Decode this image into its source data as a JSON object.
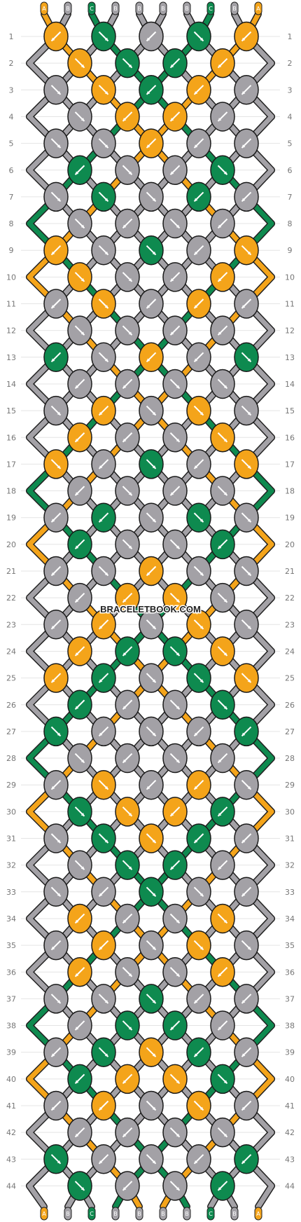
{
  "watermark": "BRACELETBOOK.COM",
  "colors": {
    "A": "#f4a41a",
    "B": "#a3a1a6",
    "C": "#0e8a4f"
  },
  "strands_top": [
    "A",
    "B",
    "C",
    "B",
    "B",
    "B",
    "B",
    "C",
    "B",
    "A"
  ],
  "strands_bottom": [
    "A",
    "B",
    "C",
    "B",
    "B",
    "B",
    "B",
    "C",
    "B",
    "A"
  ],
  "rows": [
    {
      "n": "1",
      "knots": [
        {
          "c": "A",
          "d": "bl"
        },
        {
          "c": "C",
          "d": "br"
        },
        {
          "c": "B",
          "d": "bl"
        },
        {
          "c": "C",
          "d": "br"
        },
        {
          "c": "A",
          "d": "bl"
        }
      ]
    },
    {
      "n": "2",
      "knots": [
        {
          "c": "A",
          "d": "br"
        },
        {
          "c": "C",
          "d": "br"
        },
        {
          "c": "C",
          "d": "bl"
        },
        {
          "c": "A",
          "d": "bl"
        }
      ]
    },
    {
      "n": "3",
      "knots": [
        {
          "c": "B",
          "d": "br"
        },
        {
          "c": "A",
          "d": "br"
        },
        {
          "c": "C",
          "d": "bl"
        },
        {
          "c": "A",
          "d": "bl"
        },
        {
          "c": "B",
          "d": "bl"
        }
      ]
    },
    {
      "n": "4",
      "knots": [
        {
          "c": "B",
          "d": "br"
        },
        {
          "c": "A",
          "d": "bl"
        },
        {
          "c": "A",
          "d": "bl"
        },
        {
          "c": "B",
          "d": "bl"
        }
      ]
    },
    {
      "n": "5",
      "knots": [
        {
          "c": "B",
          "d": "br"
        },
        {
          "c": "B",
          "d": "br"
        },
        {
          "c": "A",
          "d": "bl"
        },
        {
          "c": "B",
          "d": "bl"
        },
        {
          "c": "B",
          "d": "bl"
        }
      ]
    },
    {
      "n": "6",
      "knots": [
        {
          "c": "C",
          "d": "bl"
        },
        {
          "c": "B",
          "d": "br"
        },
        {
          "c": "B",
          "d": "bl"
        },
        {
          "c": "C",
          "d": "br"
        }
      ]
    },
    {
      "n": "7",
      "knots": [
        {
          "c": "B",
          "d": "br"
        },
        {
          "c": "C",
          "d": "br"
        },
        {
          "c": "B",
          "d": "br"
        },
        {
          "c": "C",
          "d": "bl"
        },
        {
          "c": "B",
          "d": "bl"
        }
      ]
    },
    {
      "n": "8",
      "knots": [
        {
          "c": "B",
          "d": "br"
        },
        {
          "c": "B",
          "d": "bl"
        },
        {
          "c": "B",
          "d": "br"
        },
        {
          "c": "B",
          "d": "bl"
        }
      ]
    },
    {
      "n": "9",
      "knots": [
        {
          "c": "A",
          "d": "bl"
        },
        {
          "c": "B",
          "d": "br"
        },
        {
          "c": "C",
          "d": "br"
        },
        {
          "c": "B",
          "d": "bl"
        },
        {
          "c": "A",
          "d": "br"
        }
      ]
    },
    {
      "n": "10",
      "knots": [
        {
          "c": "A",
          "d": "br"
        },
        {
          "c": "B",
          "d": "br"
        },
        {
          "c": "B",
          "d": "bl"
        },
        {
          "c": "A",
          "d": "bl"
        }
      ]
    },
    {
      "n": "11",
      "knots": [
        {
          "c": "B",
          "d": "bl"
        },
        {
          "c": "A",
          "d": "br"
        },
        {
          "c": "B",
          "d": "bl"
        },
        {
          "c": "A",
          "d": "bl"
        },
        {
          "c": "B",
          "d": "bl"
        }
      ]
    },
    {
      "n": "12",
      "knots": [
        {
          "c": "B",
          "d": "br"
        },
        {
          "c": "B",
          "d": "br"
        },
        {
          "c": "B",
          "d": "bl"
        },
        {
          "c": "B",
          "d": "bl"
        }
      ]
    },
    {
      "n": "13",
      "knots": [
        {
          "c": "C",
          "d": "bl"
        },
        {
          "c": "B",
          "d": "br"
        },
        {
          "c": "A",
          "d": "bl"
        },
        {
          "c": "B",
          "d": "bl"
        },
        {
          "c": "C",
          "d": "br"
        }
      ]
    },
    {
      "n": "14",
      "knots": [
        {
          "c": "B",
          "d": "bl"
        },
        {
          "c": "B",
          "d": "bl"
        },
        {
          "c": "B",
          "d": "br"
        },
        {
          "c": "B",
          "d": "br"
        }
      ]
    },
    {
      "n": "15",
      "knots": [
        {
          "c": "B",
          "d": "br"
        },
        {
          "c": "A",
          "d": "bl"
        },
        {
          "c": "B",
          "d": "br"
        },
        {
          "c": "A",
          "d": "br"
        },
        {
          "c": "B",
          "d": "br"
        }
      ]
    },
    {
      "n": "16",
      "knots": [
        {
          "c": "A",
          "d": "bl"
        },
        {
          "c": "B",
          "d": "bl"
        },
        {
          "c": "B",
          "d": "br"
        },
        {
          "c": "A",
          "d": "br"
        }
      ]
    },
    {
      "n": "17",
      "knots": [
        {
          "c": "A",
          "d": "br"
        },
        {
          "c": "B",
          "d": "bl"
        },
        {
          "c": "C",
          "d": "br"
        },
        {
          "c": "B",
          "d": "bl"
        },
        {
          "c": "A",
          "d": "br"
        }
      ]
    },
    {
      "n": "18",
      "knots": [
        {
          "c": "B",
          "d": "bl"
        },
        {
          "c": "B",
          "d": "br"
        },
        {
          "c": "B",
          "d": "bl"
        },
        {
          "c": "B",
          "d": "br"
        }
      ]
    },
    {
      "n": "19",
      "knots": [
        {
          "c": "B",
          "d": "bl"
        },
        {
          "c": "C",
          "d": "bl"
        },
        {
          "c": "B",
          "d": "br"
        },
        {
          "c": "C",
          "d": "br"
        },
        {
          "c": "B",
          "d": "br"
        }
      ]
    },
    {
      "n": "20",
      "knots": [
        {
          "c": "C",
          "d": "bl"
        },
        {
          "c": "B",
          "d": "br"
        },
        {
          "c": "B",
          "d": "br"
        },
        {
          "c": "C",
          "d": "bl"
        }
      ]
    },
    {
      "n": "21",
      "knots": [
        {
          "c": "B",
          "d": "bl"
        },
        {
          "c": "B",
          "d": "br"
        },
        {
          "c": "A",
          "d": "bl"
        },
        {
          "c": "B",
          "d": "br"
        },
        {
          "c": "B",
          "d": "br"
        }
      ]
    },
    {
      "n": "22",
      "knots": [
        {
          "c": "B",
          "d": "bl"
        },
        {
          "c": "A",
          "d": "bl"
        },
        {
          "c": "A",
          "d": "br"
        },
        {
          "c": "B",
          "d": "br"
        }
      ]
    },
    {
      "n": "23",
      "knots": [
        {
          "c": "B",
          "d": "bl"
        },
        {
          "c": "A",
          "d": "bl"
        },
        {
          "c": "B",
          "d": "br"
        },
        {
          "c": "A",
          "d": "br"
        },
        {
          "c": "B",
          "d": "br"
        }
      ]
    },
    {
      "n": "24",
      "knots": [
        {
          "c": "A",
          "d": "bl"
        },
        {
          "c": "C",
          "d": "bl"
        },
        {
          "c": "C",
          "d": "br"
        },
        {
          "c": "A",
          "d": "br"
        }
      ]
    },
    {
      "n": "25",
      "knots": [
        {
          "c": "A",
          "d": "bl"
        },
        {
          "c": "C",
          "d": "bl"
        },
        {
          "c": "B",
          "d": "br"
        },
        {
          "c": "C",
          "d": "br"
        },
        {
          "c": "A",
          "d": "br"
        }
      ]
    },
    {
      "n": "26",
      "knots": [
        {
          "c": "C",
          "d": "bl"
        },
        {
          "c": "B",
          "d": "bl"
        },
        {
          "c": "B",
          "d": "br"
        },
        {
          "c": "C",
          "d": "br"
        }
      ]
    },
    {
      "n": "27",
      "knots": [
        {
          "c": "C",
          "d": "br"
        },
        {
          "c": "B",
          "d": "bl"
        },
        {
          "c": "B",
          "d": "br"
        },
        {
          "c": "B",
          "d": "bl"
        },
        {
          "c": "C",
          "d": "bl"
        }
      ]
    },
    {
      "n": "28",
      "knots": [
        {
          "c": "B",
          "d": "br"
        },
        {
          "c": "B",
          "d": "bl"
        },
        {
          "c": "B",
          "d": "br"
        },
        {
          "c": "B",
          "d": "bl"
        }
      ]
    },
    {
      "n": "29",
      "knots": [
        {
          "c": "B",
          "d": "bl"
        },
        {
          "c": "A",
          "d": "br"
        },
        {
          "c": "B",
          "d": "bl"
        },
        {
          "c": "A",
          "d": "bl"
        },
        {
          "c": "B",
          "d": "br"
        }
      ]
    },
    {
      "n": "30",
      "knots": [
        {
          "c": "C",
          "d": "br"
        },
        {
          "c": "A",
          "d": "br"
        },
        {
          "c": "A",
          "d": "bl"
        },
        {
          "c": "C",
          "d": "bl"
        }
      ]
    },
    {
      "n": "31",
      "knots": [
        {
          "c": "B",
          "d": "br"
        },
        {
          "c": "C",
          "d": "br"
        },
        {
          "c": "A",
          "d": "br"
        },
        {
          "c": "C",
          "d": "bl"
        },
        {
          "c": "B",
          "d": "bl"
        }
      ]
    },
    {
      "n": "32",
      "knots": [
        {
          "c": "B",
          "d": "br"
        },
        {
          "c": "C",
          "d": "br"
        },
        {
          "c": "C",
          "d": "bl"
        },
        {
          "c": "B",
          "d": "bl"
        }
      ]
    },
    {
      "n": "33",
      "knots": [
        {
          "c": "B",
          "d": "br"
        },
        {
          "c": "B",
          "d": "bl"
        },
        {
          "c": "C",
          "d": "br"
        },
        {
          "c": "B",
          "d": "br"
        },
        {
          "c": "B",
          "d": "bl"
        }
      ]
    },
    {
      "n": "34",
      "knots": [
        {
          "c": "A",
          "d": "bl"
        },
        {
          "c": "B",
          "d": "bl"
        },
        {
          "c": "B",
          "d": "br"
        },
        {
          "c": "A",
          "d": "br"
        }
      ]
    },
    {
      "n": "35",
      "knots": [
        {
          "c": "B",
          "d": "bl"
        },
        {
          "c": "A",
          "d": "bl"
        },
        {
          "c": "B",
          "d": "br"
        },
        {
          "c": "A",
          "d": "br"
        },
        {
          "c": "B",
          "d": "br"
        }
      ]
    },
    {
      "n": "36",
      "knots": [
        {
          "c": "A",
          "d": "bl"
        },
        {
          "c": "B",
          "d": "br"
        },
        {
          "c": "B",
          "d": "br"
        },
        {
          "c": "A",
          "d": "bl"
        }
      ]
    },
    {
      "n": "37",
      "knots": [
        {
          "c": "B",
          "d": "br"
        },
        {
          "c": "B",
          "d": "br"
        },
        {
          "c": "C",
          "d": "br"
        },
        {
          "c": "B",
          "d": "bl"
        },
        {
          "c": "B",
          "d": "bl"
        }
      ]
    },
    {
      "n": "38",
      "knots": [
        {
          "c": "B",
          "d": "bl"
        },
        {
          "c": "C",
          "d": "br"
        },
        {
          "c": "C",
          "d": "bl"
        },
        {
          "c": "B",
          "d": "bl"
        }
      ]
    },
    {
      "n": "39",
      "knots": [
        {
          "c": "B",
          "d": "bl"
        },
        {
          "c": "C",
          "d": "br"
        },
        {
          "c": "A",
          "d": "br"
        },
        {
          "c": "C",
          "d": "bl"
        },
        {
          "c": "B",
          "d": "bl"
        }
      ]
    },
    {
      "n": "40",
      "knots": [
        {
          "c": "C",
          "d": "bl"
        },
        {
          "c": "A",
          "d": "bl"
        },
        {
          "c": "A",
          "d": "br"
        },
        {
          "c": "C",
          "d": "br"
        }
      ]
    },
    {
      "n": "41",
      "knots": [
        {
          "c": "B",
          "d": "bl"
        },
        {
          "c": "A",
          "d": "bl"
        },
        {
          "c": "B",
          "d": "br"
        },
        {
          "c": "A",
          "d": "br"
        },
        {
          "c": "B",
          "d": "bl"
        }
      ]
    },
    {
      "n": "42",
      "knots": [
        {
          "c": "B",
          "d": "bl"
        },
        {
          "c": "B",
          "d": "bl"
        },
        {
          "c": "B",
          "d": "br"
        },
        {
          "c": "B",
          "d": "br"
        }
      ]
    },
    {
      "n": "43",
      "knots": [
        {
          "c": "C",
          "d": "br"
        },
        {
          "c": "B",
          "d": "bl"
        },
        {
          "c": "B",
          "d": "br"
        },
        {
          "c": "B",
          "d": "bl"
        },
        {
          "c": "C",
          "d": "bl"
        }
      ]
    },
    {
      "n": "44",
      "knots": [
        {
          "c": "C",
          "d": "br"
        },
        {
          "c": "B",
          "d": "bl"
        },
        {
          "c": "B",
          "d": "br"
        },
        {
          "c": "C",
          "d": "bl"
        }
      ]
    }
  ]
}
